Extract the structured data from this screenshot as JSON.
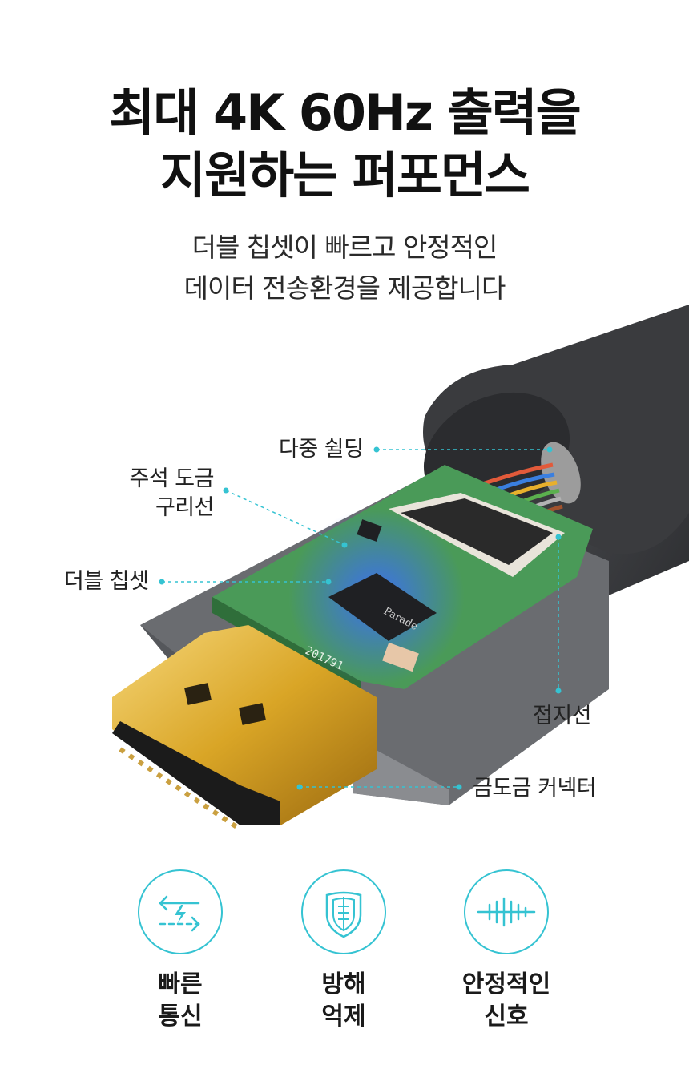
{
  "headline": {
    "line1": "최대 4K 60Hz 출력을",
    "line2": "지원하는 퍼포먼스"
  },
  "subheadline": {
    "line1": "더블 칩셋이 빠르고 안정적인",
    "line2": "데이터 전송환경을 제공합니다"
  },
  "callouts": {
    "shielding": "다중 쉴딩",
    "copper_line1": "주석 도금",
    "copper_line2": "구리선",
    "chipset": "더블 칩셋",
    "ground": "접지선",
    "connector": "금도금 커넥터"
  },
  "chip": {
    "brand": "Parade",
    "board_code": "201791"
  },
  "features": [
    {
      "icon": "fast-transfer-icon",
      "line1": "빠른",
      "line2": "통신"
    },
    {
      "icon": "shield-icon",
      "line1": "방해",
      "line2": "억제"
    },
    {
      "icon": "waveform-icon",
      "line1": "안정적인",
      "line2": "신호"
    }
  ],
  "colors": {
    "accent": "#35c3d2",
    "gold": "#d9a526",
    "pcb": "#4a9a58",
    "jacket": "#3c3d40"
  }
}
